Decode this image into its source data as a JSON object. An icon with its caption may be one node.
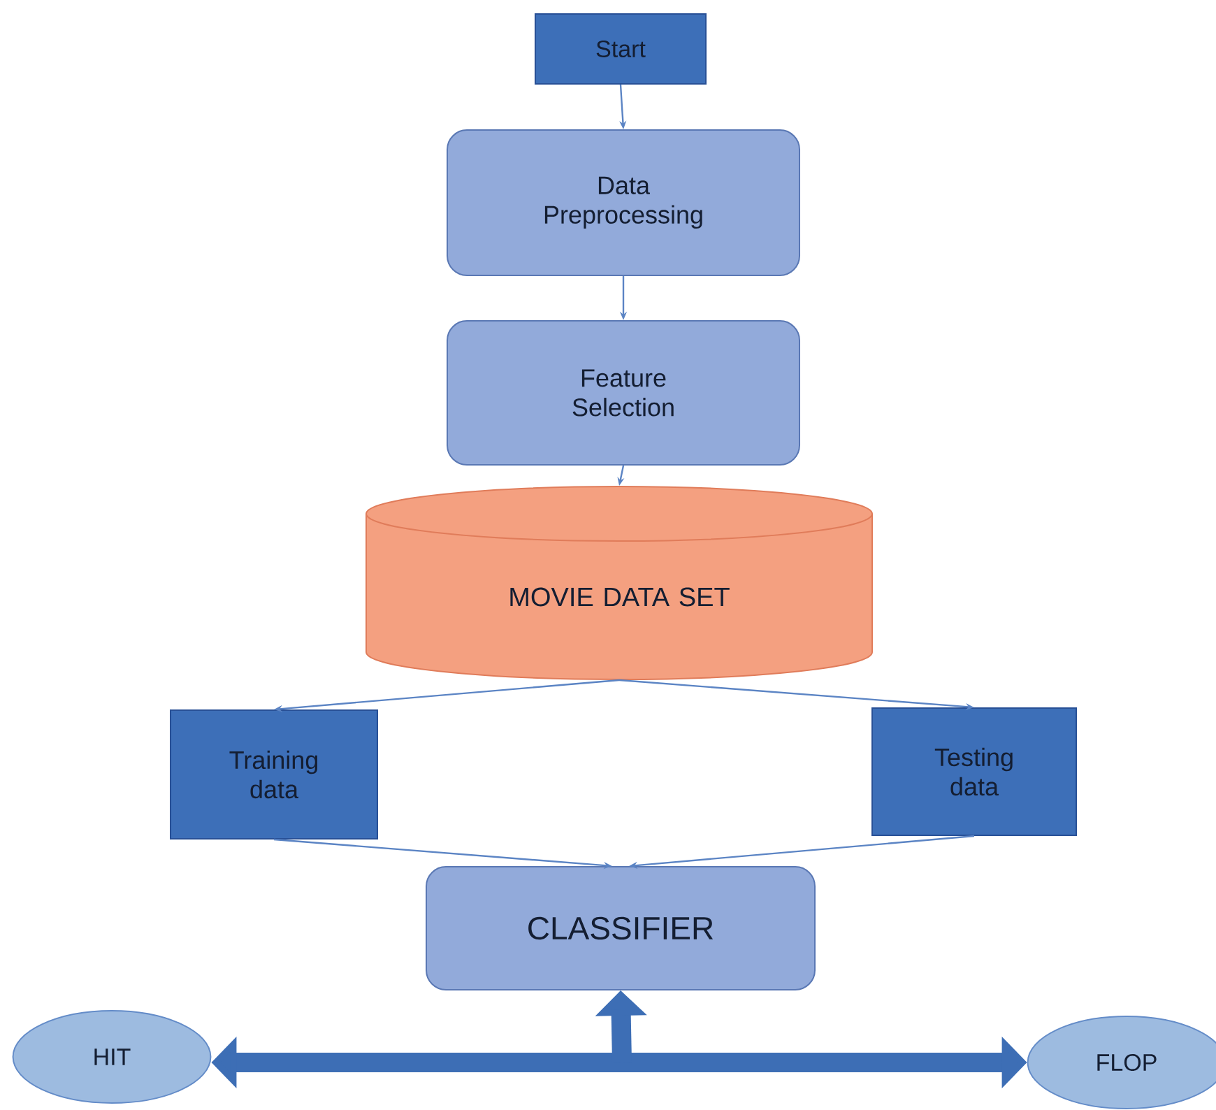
{
  "diagram": {
    "nodes": [
      {
        "text": [
          "Start"
        ]
      },
      {
        "text": [
          "Data Preprocessing"
        ]
      },
      {
        "text": [
          "Feature Selection"
        ]
      },
      {
        "text": [
          "MOVIE DATA SET"
        ]
      },
      {
        "text": [
          "Training data"
        ]
      },
      {
        "text": [
          "Testing data"
        ]
      },
      {
        "text": [
          "CLASSIFIER"
        ]
      },
      {
        "text": [
          "HIT"
        ]
      },
      {
        "text": [
          "FLOP"
        ]
      }
    ],
    "edges": [
      {
        "from": 0,
        "to": 1,
        "arrow": "to"
      },
      {
        "from": 1,
        "to": 2,
        "arrow": "to"
      },
      {
        "from": 2,
        "to": 3,
        "arrow": "to"
      },
      {
        "from": 3,
        "to": 4,
        "arrow": "to"
      },
      {
        "from": 3,
        "to": 5,
        "arrow": "to"
      },
      {
        "from": 4,
        "to": 6,
        "arrow": "to"
      },
      {
        "from": 5,
        "to": 6,
        "arrow": "to"
      },
      {
        "from": 7,
        "to": 8,
        "arrow": "both",
        "style": "thick",
        "color": "#3d6eb5"
      },
      {
        "from": null,
        "to": 6,
        "arrow": "to",
        "style": "thick",
        "color": "#3d6eb5"
      }
    ]
  }
}
